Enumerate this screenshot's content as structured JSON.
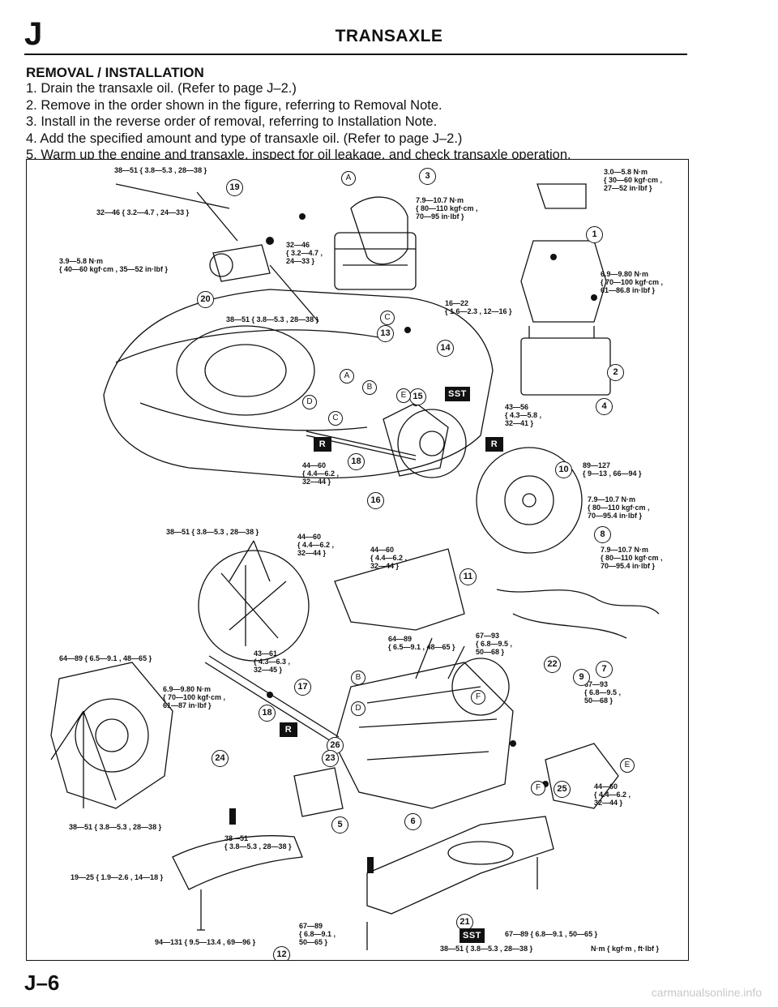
{
  "header": {
    "letter": "J",
    "title": "TRANSAXLE"
  },
  "section": {
    "heading": "REMOVAL / INSTALLATION",
    "steps": [
      "1. Drain the transaxle oil. (Refer to page J–2.)",
      "2. Remove in the order shown in the figure, referring to Removal Note.",
      "3. Install in the reverse order of removal, referring to Installation Note.",
      "4. Add the specified amount and type of transaxle oil. (Refer to page J–2.)",
      "5. Warm up the engine and transaxle, inspect for oil leakage, and check transaxle operation."
    ]
  },
  "figure": {
    "torque_labels": [
      "38—51 { 3.8—5.3 , 28—38 }",
      "32—46 { 3.2—4.7 , 24—33 }",
      "3.9—5.8 N·m\n{ 40—60 kgf·cm , 35—52 in·lbf }",
      "7.9—10.7 N·m\n{ 80—110 kgf·cm ,\n70—95 in·lbf }",
      "32—46\n{ 3.2—4.7 ,\n24—33 }",
      "3.0—5.8 N·m\n{ 30—60 kgf·cm ,\n27—52 in·lbf }",
      "6.9—9.80 N·m\n{ 70—100 kgf·cm ,\n61—86.8 in·lbf }",
      "16—22\n{ 1.6—2.3 , 12—16 }",
      "38—51 { 3.8—5.3 , 28—38 }",
      "43—56\n{ 4.3—5.8 ,\n32—41 }",
      "44—60\n{ 4.4—6.2 ,\n32—44 }",
      "89—127\n{ 9—13 , 66—94 }",
      "7.9—10.7 N·m\n{ 80—110 kgf·cm ,\n70—95.4 in·lbf }",
      "38—51 { 3.8—5.3 , 28—38 }",
      "44—60\n{ 4.4—6.2 ,\n32—44 }",
      "44—60\n{ 4.4—6.2 ,\n32—44 }",
      "7.9—10.7 N·m\n{ 80—110 kgf·cm ,\n70—95.4 in·lbf }",
      "64—89\n{ 6.5—9.1 , 48—65 }",
      "67—93\n{ 6.8—9.5 ,\n50—68 }",
      "64—89 { 6.5—9.1 , 48—65 }",
      "43—61\n{ 4.3—6.3 ,\n32—45 }",
      "6.9—9.80 N·m\n{ 70—100 kgf·cm ,\n61—87 in·lbf }",
      "67—93\n{ 6.8—9.5 ,\n50—68 }",
      "44—60\n{ 4.4—6.2 ,\n32—44 }",
      "38—51 { 3.8—5.3 , 28—38 }",
      "38—51\n{ 3.8—5.3 , 28—38 }",
      "19—25 { 1.9—2.6 , 14—18 }",
      "67—89\n{ 6.8—9.1 ,\n50—65 }",
      "67—89 { 6.8—9.1 , 50—65 }",
      "94—131 { 9.5—13.4 , 69—96 }",
      "38—51 { 3.8—5.3 , 28—38 }"
    ],
    "units_note": "N·m { kgf·m , ft·lbf }",
    "callouts": [
      "19",
      "3",
      "20",
      "13",
      "14",
      "15",
      "18",
      "16",
      "17",
      "18",
      "24",
      "26",
      "23",
      "5",
      "6",
      "1",
      "2",
      "4",
      "10",
      "8",
      "11",
      "9",
      "7",
      "22",
      "25",
      "21",
      "12"
    ],
    "letters": [
      "A",
      "C",
      "B",
      "D",
      "E",
      "A",
      "C",
      "D",
      "B",
      "E",
      "B",
      "D",
      "F",
      "E",
      "F"
    ],
    "badges": {
      "sst": "SST",
      "r": "R"
    }
  },
  "footer": {
    "page_number": "J–6",
    "watermark": "carmanualsonline.info"
  }
}
